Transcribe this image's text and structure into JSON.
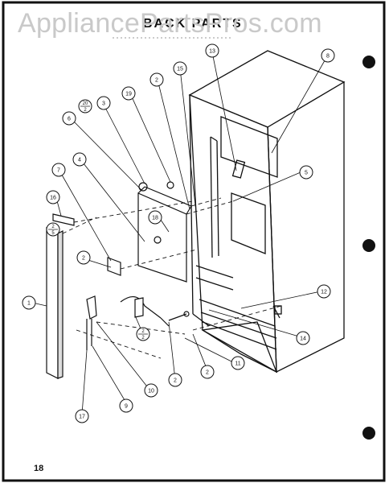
{
  "watermark": "AppliancePartsPros.com",
  "title": "BACK PARTS",
  "page_number": "18",
  "callouts": [
    {
      "id": "c1",
      "text": "1"
    },
    {
      "id": "c2a",
      "text": "2"
    },
    {
      "id": "c2b",
      "text": "2"
    },
    {
      "id": "c2c",
      "text": "2"
    },
    {
      "id": "c2d",
      "text": "2"
    },
    {
      "id": "c3",
      "text": "3"
    },
    {
      "id": "c4",
      "text": "4"
    },
    {
      "id": "c5",
      "text": "5"
    },
    {
      "id": "c6",
      "text": "6"
    },
    {
      "id": "c7",
      "text": "7"
    },
    {
      "id": "c8",
      "text": "8"
    },
    {
      "id": "c9",
      "text": "9"
    },
    {
      "id": "c10",
      "text": "10"
    },
    {
      "id": "c11",
      "text": "11"
    },
    {
      "id": "c12",
      "text": "12"
    },
    {
      "id": "c13",
      "text": "13"
    },
    {
      "id": "c14",
      "text": "14"
    },
    {
      "id": "c15",
      "text": "15"
    },
    {
      "id": "c16",
      "text": "16"
    },
    {
      "id": "c17",
      "text": "17"
    },
    {
      "id": "c18",
      "text": "18"
    },
    {
      "id": "c19",
      "text": "19"
    }
  ],
  "fractions": [
    {
      "id": "f20",
      "num": "20",
      "den": "2"
    },
    {
      "id": "f25",
      "num": "2",
      "den": "5"
    },
    {
      "id": "f22",
      "num": "2",
      "den": "2"
    }
  ],
  "colors": {
    "ink": "#111111",
    "watermark": "#c9c9c9"
  }
}
